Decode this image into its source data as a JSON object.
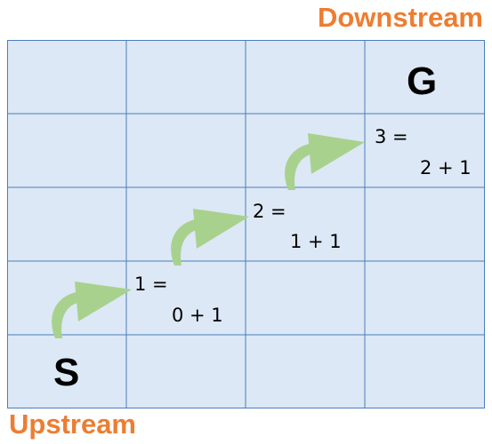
{
  "labels": {
    "top": "Downstream",
    "bottom": "Upstream"
  },
  "grid": {
    "goal_symbol": "G",
    "start_symbol": "S"
  },
  "steps": [
    {
      "line1": "1 =",
      "line2": "0 + 1"
    },
    {
      "line1": "2 =",
      "line2": "1 + 1"
    },
    {
      "line1": "3 =",
      "line2": "2 + 1"
    }
  ],
  "colors": {
    "accent": "#ed7d31",
    "grid_fill": "#dce8f5",
    "grid_line": "#4a7ebb",
    "arrow": "#a9d18e"
  }
}
